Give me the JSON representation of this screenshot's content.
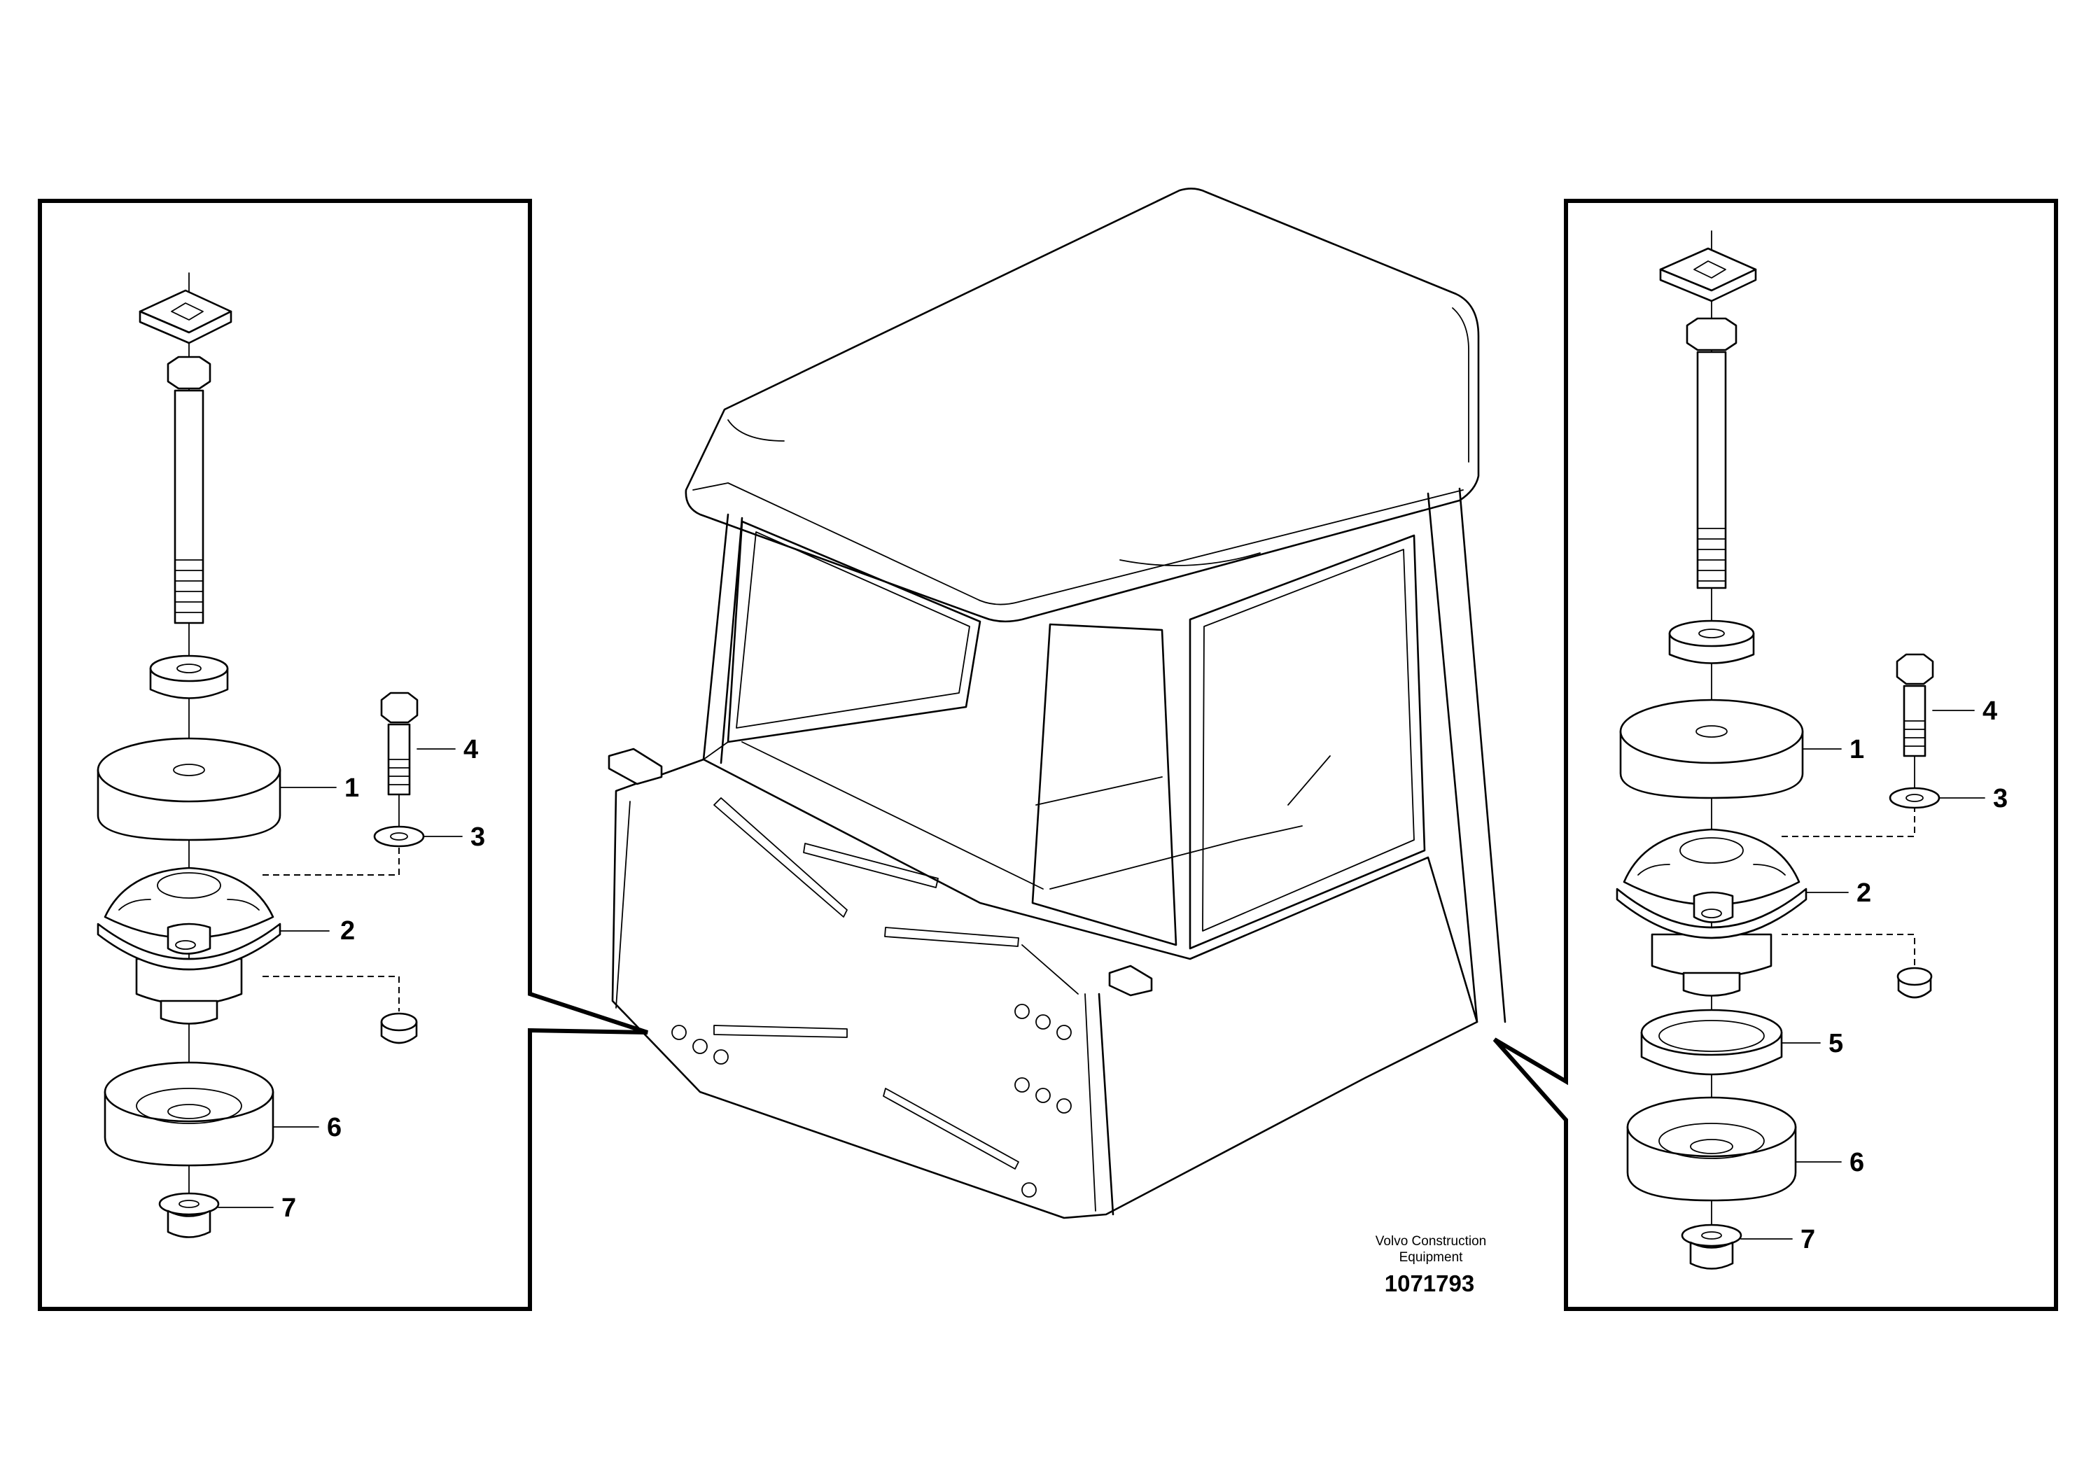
{
  "diagram": {
    "manufacturer_line1": "Volvo Construction",
    "manufacturer_line2": "Equipment",
    "document_number": "1071793",
    "left_detail": {
      "callouts": [
        "1",
        "2",
        "3",
        "4",
        "6",
        "7"
      ]
    },
    "right_detail": {
      "callouts": [
        "1",
        "2",
        "3",
        "4",
        "5",
        "6",
        "7"
      ]
    }
  }
}
